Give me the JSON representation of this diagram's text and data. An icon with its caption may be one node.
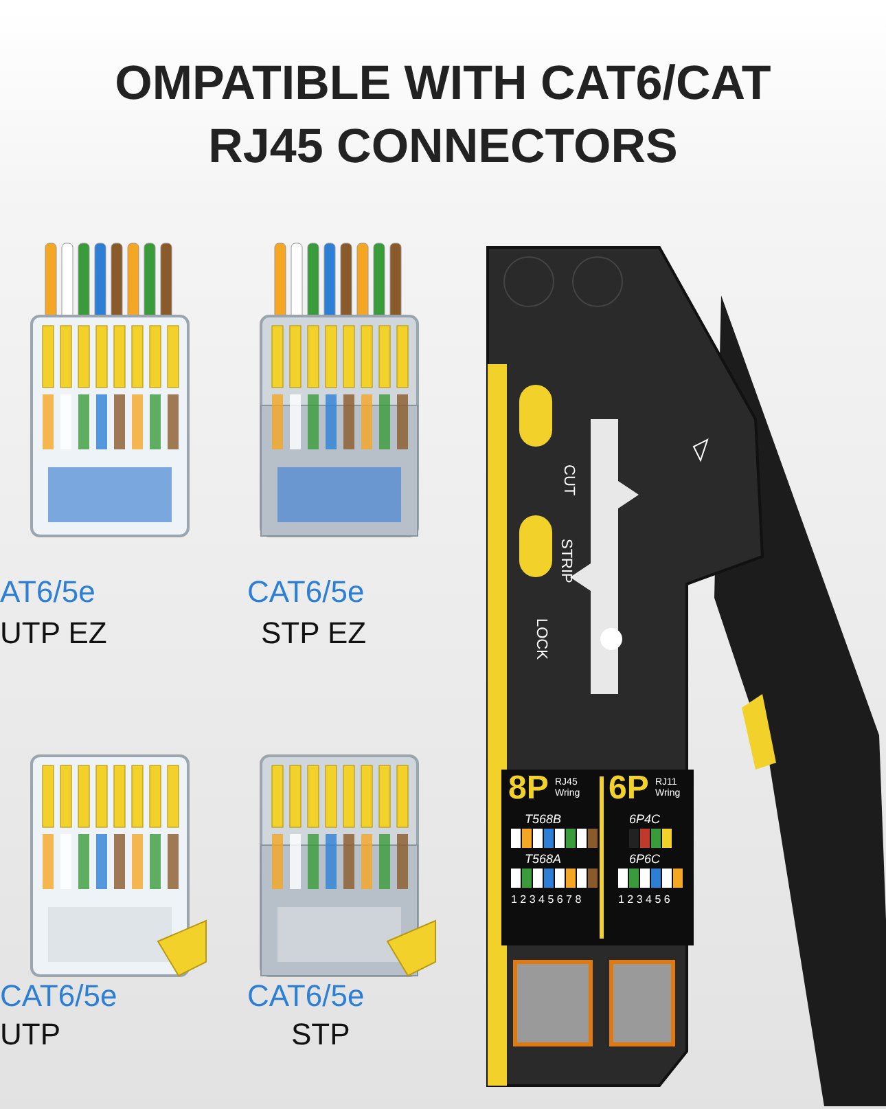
{
  "diagram": {
    "title": "OMPATIBLE WITH CAT6/CAT RJ45 CONNECTORS",
    "labels": [
      "AT6/5e",
      "UTP EZ",
      "CAT6/5e",
      "STP EZ",
      "CUT",
      "STRIP",
      "LOCK",
      "8P",
      "RJ45 Wring",
      "6P",
      "RJ11 Wring",
      "T568B",
      "6P4C",
      "T568A",
      "6P6C",
      "1 2 3 4 5 6 7 8",
      "1 2 3 4 5 6",
      "CAT6/5e",
      "UTP",
      "CAT6/5e",
      "STP"
    ]
  }
}
